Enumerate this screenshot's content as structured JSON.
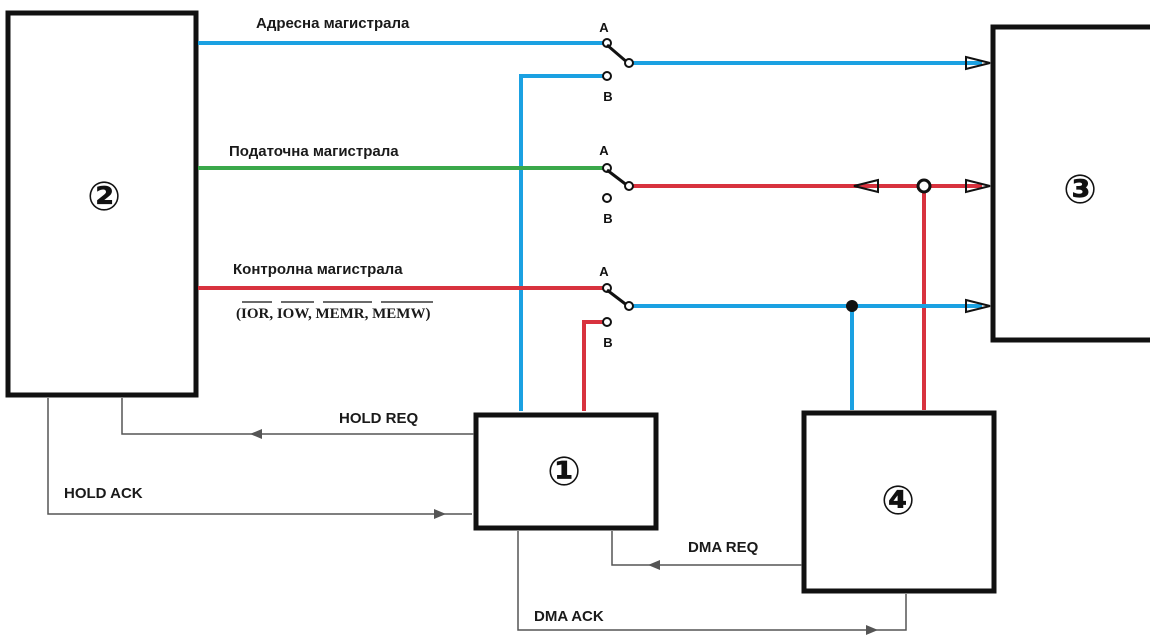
{
  "blocks": {
    "b1": "①",
    "b2": "②",
    "b3": "③",
    "b4": "④"
  },
  "bus_labels": {
    "address": "Адресна магистрала",
    "data": "Податочна магистрала",
    "control": "Контролна магистрала",
    "control_signals_prefix": "(",
    "control_signals_suffix": ")",
    "sig_ior": "IOR",
    "sig_iow": "IOW",
    "sig_memr": "MEMR",
    "sig_memw": "MEMW"
  },
  "switch_labels": {
    "a": "A",
    "b": "B"
  },
  "signals": {
    "hold_req": "HOLD REQ",
    "hold_ack": "HOLD ACK",
    "dma_req": "DMA REQ",
    "dma_ack": "DMA ACK"
  },
  "colors": {
    "blue": "#1ba1e2",
    "green": "#3aa84a",
    "red": "#d8323e",
    "black": "#111111",
    "gray": "#555555"
  }
}
